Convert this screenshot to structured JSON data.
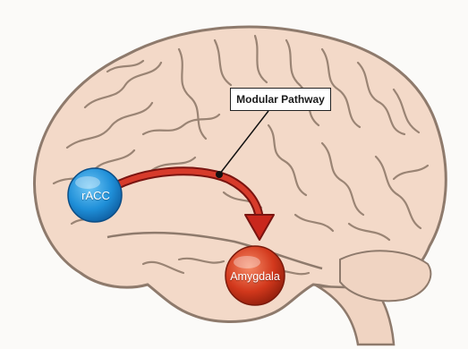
{
  "diagram": {
    "callout_label": "Modular Pathway",
    "nodes": [
      {
        "id": "racc",
        "label": "rACC",
        "color": "#1f8fd8"
      },
      {
        "id": "amygdala",
        "label": "Amygdala",
        "color": "#d2381c"
      }
    ],
    "edges": [
      {
        "from": "racc",
        "to": "amygdala",
        "color": "#c0241b"
      }
    ],
    "brain_fill": "#f3d9c8",
    "brain_outline": "#8e7a6c"
  }
}
